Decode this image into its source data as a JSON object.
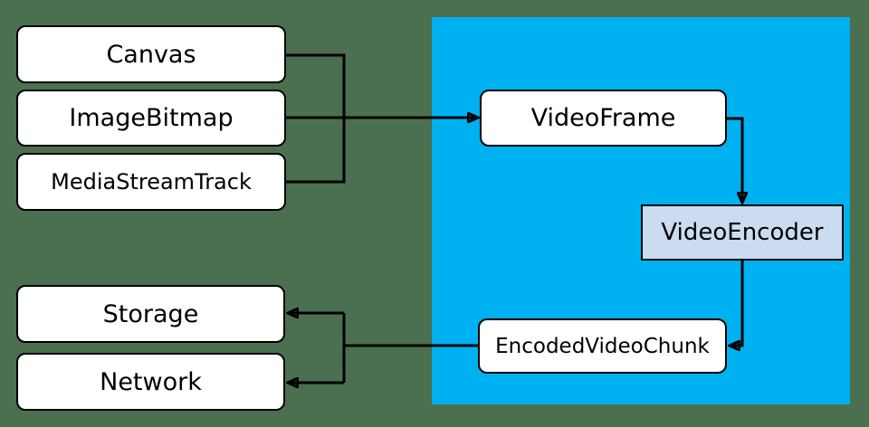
{
  "colors": {
    "background": "#4A7050",
    "region_fill": "#00B1F1",
    "node_fill": "#FFFFFF",
    "encoder_fill": "#CBDCF1",
    "border": "#000000",
    "connector": "#000000",
    "text": "#000000"
  },
  "nodes": {
    "canvas": {
      "label": "Canvas"
    },
    "image_bitmap": {
      "label": "ImageBitmap"
    },
    "media_stream_track": {
      "label": "MediaStreamTrack"
    },
    "video_frame": {
      "label": "VideoFrame"
    },
    "video_encoder": {
      "label": "VideoEncoder"
    },
    "encoded_video_chunk": {
      "label": "EncodedVideoChunk"
    },
    "storage": {
      "label": "Storage"
    },
    "network": {
      "label": "Network"
    }
  },
  "edges": [
    {
      "from": "Canvas",
      "to": "VideoFrame",
      "arrow": true
    },
    {
      "from": "ImageBitmap",
      "to": "VideoFrame",
      "arrow": true
    },
    {
      "from": "MediaStreamTrack",
      "to": "VideoFrame",
      "arrow": true
    },
    {
      "from": "VideoFrame",
      "to": "VideoEncoder",
      "arrow": true
    },
    {
      "from": "VideoEncoder",
      "to": "EncodedVideoChunk",
      "arrow": true
    },
    {
      "from": "EncodedVideoChunk",
      "to": "Storage",
      "arrow": true
    },
    {
      "from": "EncodedVideoChunk",
      "to": "Network",
      "arrow": true
    }
  ]
}
